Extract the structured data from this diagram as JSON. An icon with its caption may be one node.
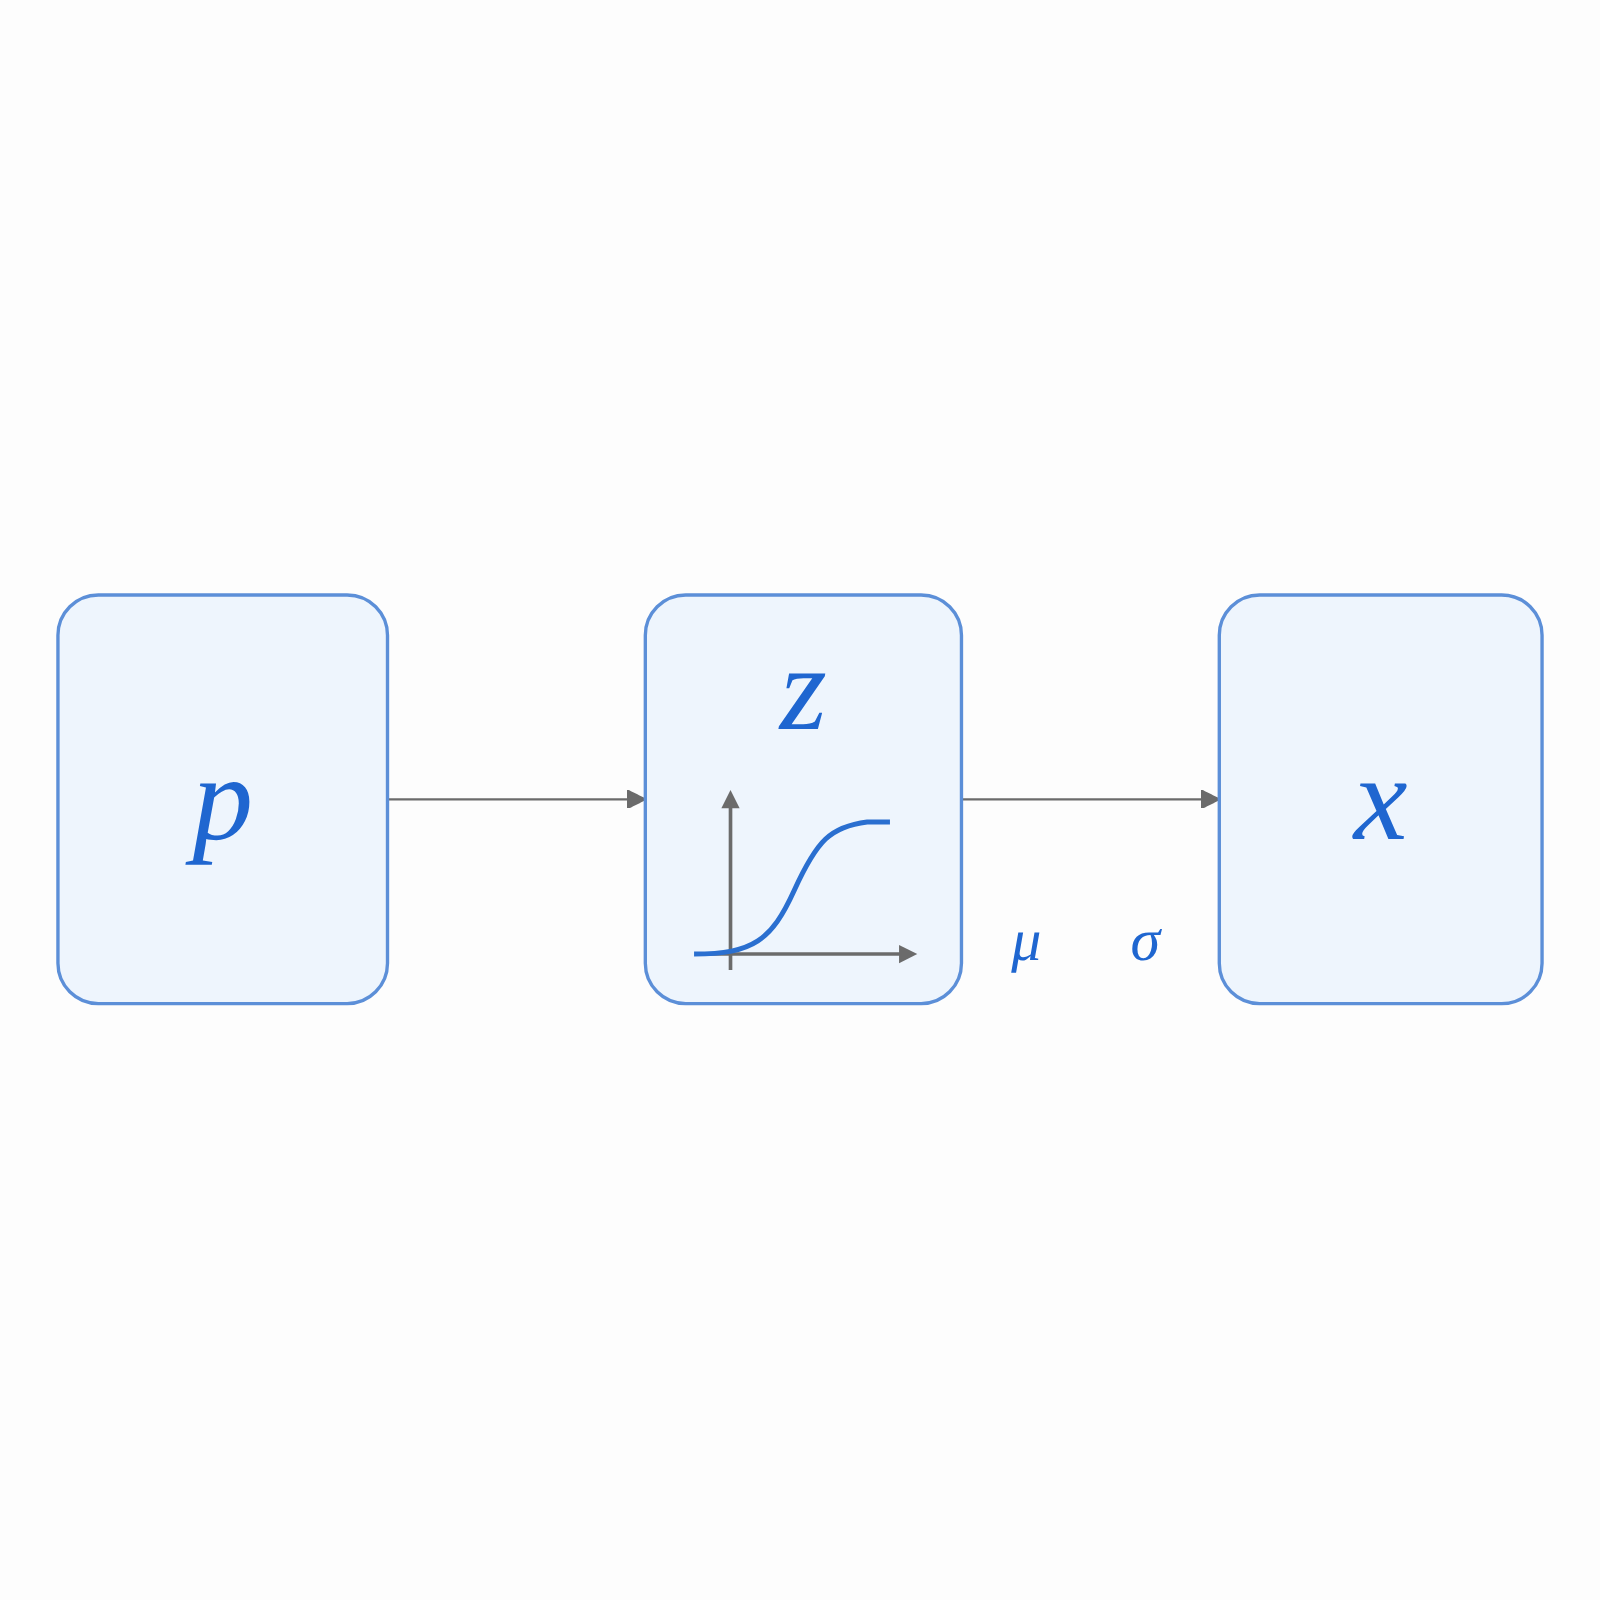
{
  "diagram": {
    "nodes": [
      {
        "text": [
          "p"
        ]
      },
      {
        "text": [
          "z"
        ]
      },
      {
        "text": [
          "x"
        ]
      }
    ],
    "edges": [
      {
        "from": 0,
        "to": 1,
        "arrow": "to"
      },
      {
        "from": 1,
        "to": 2,
        "arrow": "to"
      }
    ],
    "labels": [
      "μ",
      "σ"
    ]
  }
}
